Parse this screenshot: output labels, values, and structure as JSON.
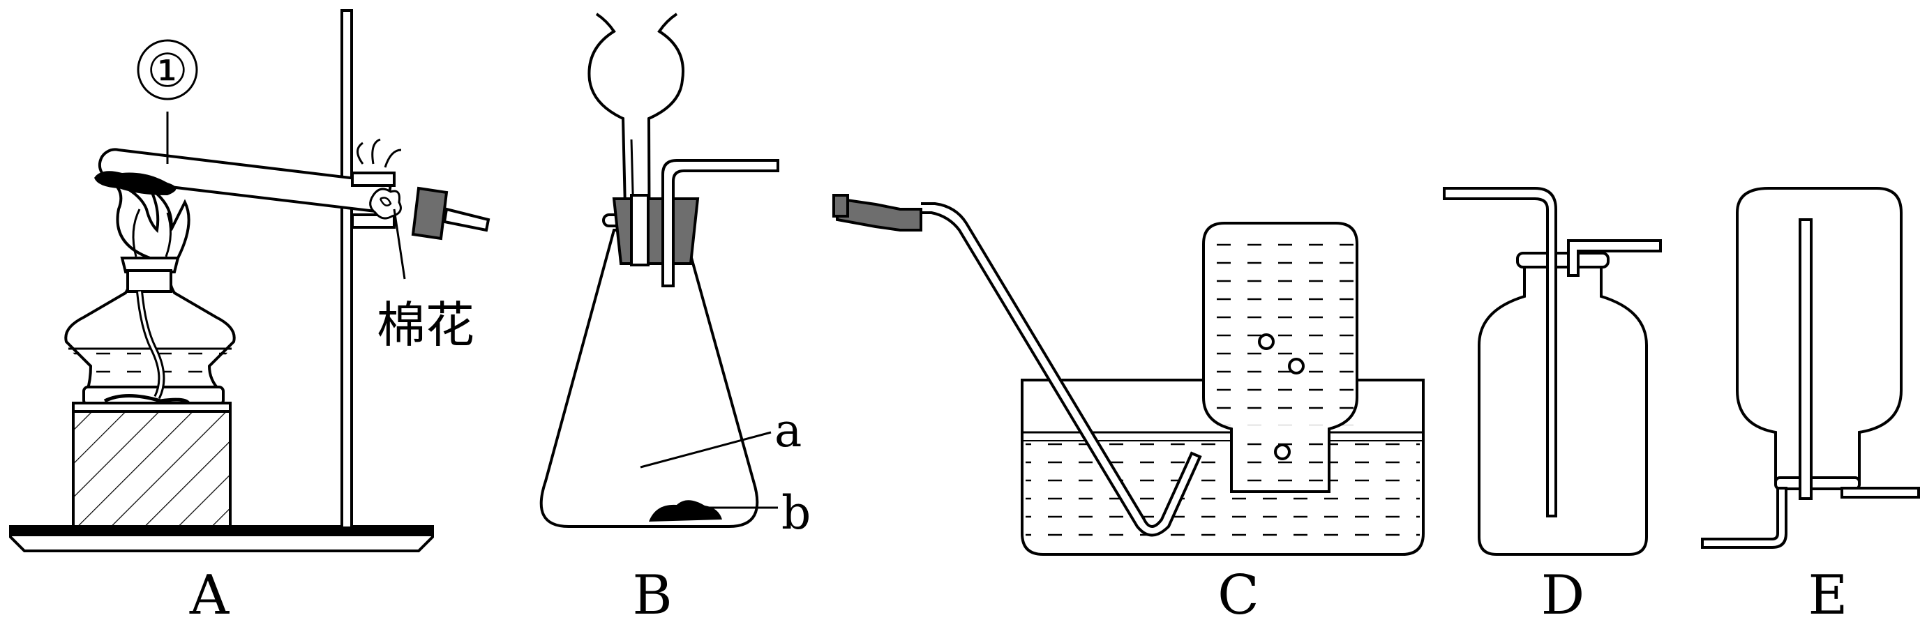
{
  "apparatus": [
    {
      "label": "A",
      "marker": "①",
      "annotation": "棉花"
    },
    {
      "label": "B",
      "annotation_a": "a",
      "annotation_b": "b"
    },
    {
      "label": "C"
    },
    {
      "label": "D"
    },
    {
      "label": "E"
    }
  ],
  "colors": {
    "stroke": "#000000",
    "stopper": "#6e6e6e",
    "background": "#ffffff"
  }
}
